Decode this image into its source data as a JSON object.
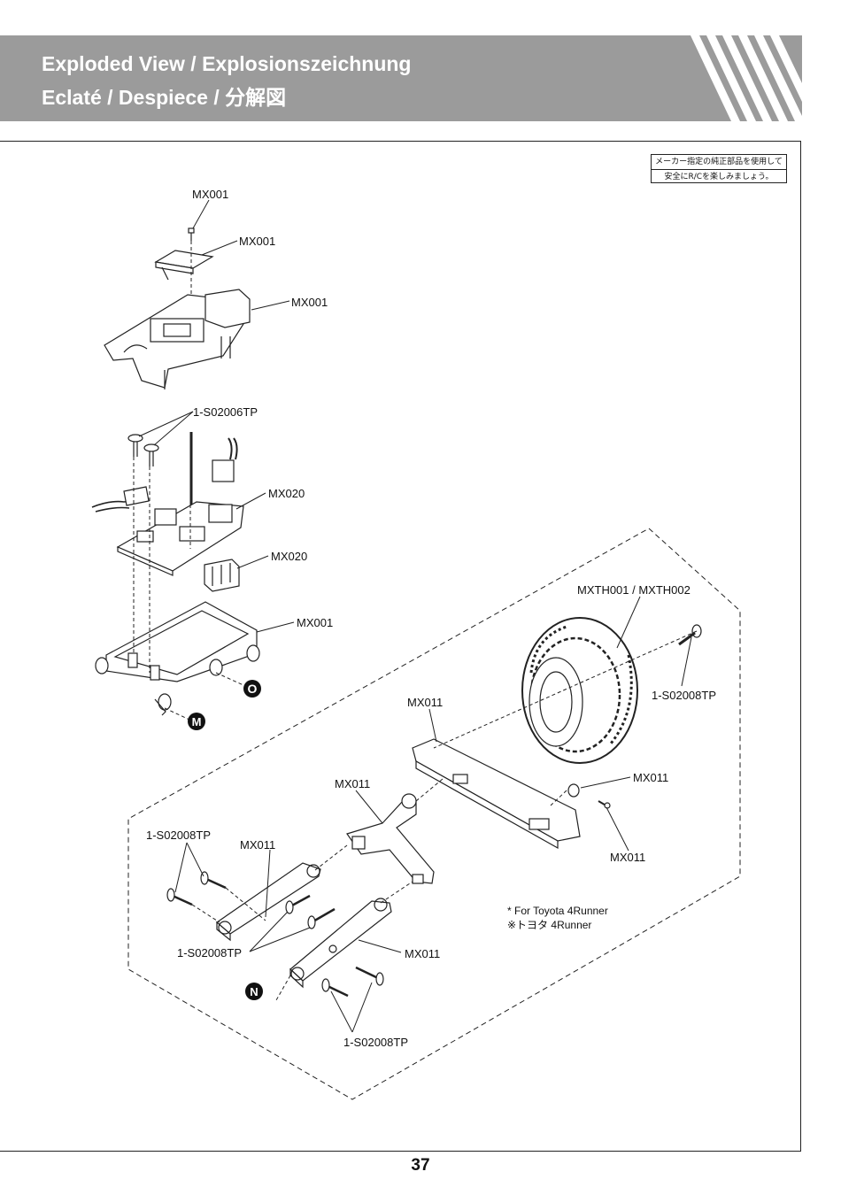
{
  "header": {
    "title_line1": "Exploded View  /  Explosionszeichnung",
    "title_line2": "Eclaté  /  Despiece  /  分解図"
  },
  "notice": {
    "line1": "メーカー指定の純正部品を使用して",
    "line2": "安全にR/Cを楽しみましょう。"
  },
  "parts": {
    "mx001": "MX001",
    "mx020": "MX020",
    "mx011": "MX011",
    "screw_s02006": "1-S02006TP",
    "screw_s02008": "1-S02008TP",
    "tire": "MXTH001 / MXTH002"
  },
  "markers": {
    "o": "O",
    "m": "M",
    "n": "N"
  },
  "note": {
    "line1": "* For Toyota 4Runner",
    "line2": "※トヨタ 4Runner"
  },
  "page_number": "37"
}
